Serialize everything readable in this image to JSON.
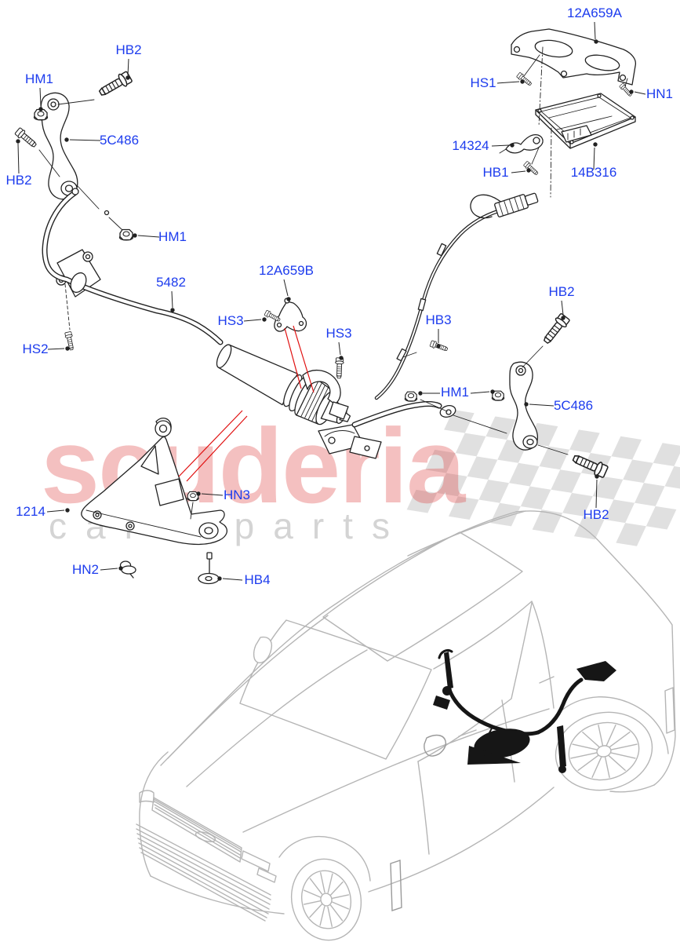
{
  "watermark": {
    "brand": "scuderia",
    "tagline": "car parts",
    "flag_icon": "checkered-flag"
  },
  "colors": {
    "label_blue": "#1d3cee",
    "leader_red": "#e01010",
    "line_black": "#222222",
    "car_gray": "#b5b5b5",
    "watermark_red": "#e04545",
    "watermark_gray": "#d4d4d4",
    "flag_gray": "#e0e0e0"
  },
  "diagram": {
    "labels": [
      {
        "id": "hb2-top-left",
        "text": "HB2"
      },
      {
        "id": "hm1-top-left",
        "text": "HM1"
      },
      {
        "id": "5c486-left",
        "text": "5C486"
      },
      {
        "id": "hb2-left",
        "text": "HB2"
      },
      {
        "id": "hm1-mid",
        "text": "HM1"
      },
      {
        "id": "5482",
        "text": "5482"
      },
      {
        "id": "hs2",
        "text": "HS2"
      },
      {
        "id": "12a659b",
        "text": "12A659B"
      },
      {
        "id": "hs3-left",
        "text": "HS3"
      },
      {
        "id": "hs3-right",
        "text": "HS3"
      },
      {
        "id": "hb3",
        "text": "HB3"
      },
      {
        "id": "hm1-right",
        "text": "HM1"
      },
      {
        "id": "5c486-right",
        "text": "5C486"
      },
      {
        "id": "hb2-top-right",
        "text": "HB2"
      },
      {
        "id": "hb2-bottom-right",
        "text": "HB2"
      },
      {
        "id": "12a659a",
        "text": "12A659A"
      },
      {
        "id": "hs1",
        "text": "HS1"
      },
      {
        "id": "hn1",
        "text": "HN1"
      },
      {
        "id": "14324",
        "text": "14324"
      },
      {
        "id": "hb1",
        "text": "HB1"
      },
      {
        "id": "14b316",
        "text": "14B316"
      },
      {
        "id": "1214",
        "text": "1214"
      },
      {
        "id": "hn3",
        "text": "HN3"
      },
      {
        "id": "hn2",
        "text": "HN2"
      },
      {
        "id": "hb4",
        "text": "HB4"
      }
    ]
  }
}
